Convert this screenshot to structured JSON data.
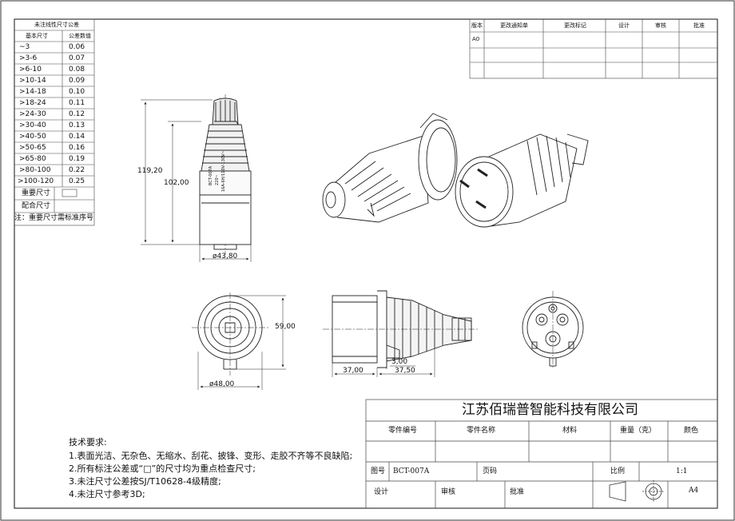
{
  "tolerance_table": {
    "title": "未注线性尺寸公差",
    "headers": [
      "基本尺寸",
      "公差数值"
    ],
    "rows": [
      [
        "~3",
        "0.06"
      ],
      [
        ">3-6",
        "0.07"
      ],
      [
        ">6-10",
        "0.08"
      ],
      [
        ">10-14",
        "0.09"
      ],
      [
        ">14-18",
        "0.10"
      ],
      [
        ">18-24",
        "0.11"
      ],
      [
        ">24-30",
        "0.12"
      ],
      [
        ">30-40",
        "0.13"
      ],
      [
        ">40-50",
        "0.14"
      ],
      [
        ">50-65",
        "0.16"
      ],
      [
        ">65-80",
        "0.19"
      ],
      [
        ">80-100",
        "0.22"
      ],
      [
        ">100-120",
        "0.25"
      ]
    ],
    "important_label": "重要尺寸",
    "fit_label": "配合尺寸",
    "note": "注：重要尺寸需标准序号"
  },
  "revision_table": {
    "headers": [
      "版本",
      "更改通知单",
      "更改标记",
      "设计",
      "审核",
      "批准"
    ],
    "rows": [
      [
        "A0",
        "",
        "",
        "",
        "",
        ""
      ]
    ]
  },
  "dimensions": {
    "total_length": "119,20",
    "body_length": "102,00",
    "front_diameter": "ø43,80",
    "rear_diameter": "ø48,00",
    "height": "59,00",
    "side_a": "37,00",
    "side_b": "3,00",
    "side_c": "37,50"
  },
  "product_print": [
    "BCT-007A",
    "220~",
    "16A-6H/110V-130V~"
  ],
  "requirements": {
    "title": "技术要求:",
    "items": [
      "1.表面光洁、无杂色、无缩水、刮花、披锋、变形、走胶不齐等不良缺陷;",
      "2.所有标注公差或“□”的尺寸均为重点检查尺寸;",
      "3.未注尺寸公差按SJ/T10628-4级精度;",
      "4.未注尺寸参考3D;"
    ]
  },
  "title_block": {
    "company": "江苏佰瑞普智能科技有限公司",
    "part_no_label": "零件编号",
    "part_name_label": "零件名称",
    "material_label": "材料",
    "weight_label": "重量（克）",
    "color_label": "颜色",
    "drawing_no_label": "图号",
    "drawing_no": "BCT-007A",
    "page_label": "页码",
    "scale_label": "比例",
    "scale": "1:1",
    "design_label": "设计",
    "review_label": "审核",
    "approve_label": "批准",
    "size": "A4"
  },
  "colors": {
    "line": "#222222",
    "frame": "#333333"
  }
}
